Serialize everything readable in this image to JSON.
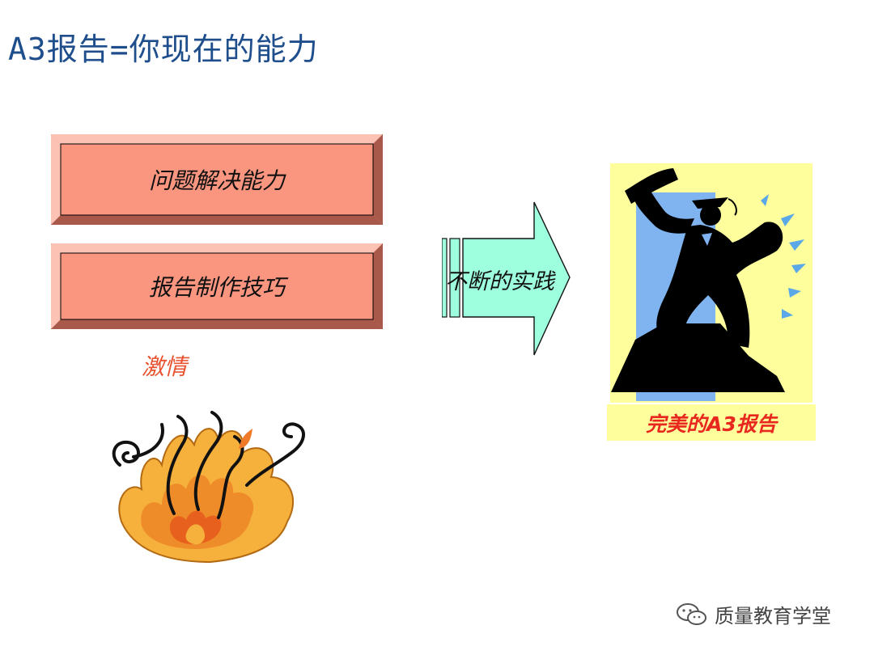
{
  "slide": {
    "title": "A3报告=你现在的能力",
    "boxes": [
      {
        "label": "问题解决能力"
      },
      {
        "label": "报告制作技巧"
      }
    ],
    "passion_label": "激情",
    "arrow_label": "不断的实践",
    "result_label": "完美的A3报告"
  },
  "watermark": {
    "text": "质量教育学堂",
    "icon": "wechat-icon"
  },
  "colors": {
    "title": "#1f4e8c",
    "box_fill": "#fa9680",
    "passion": "#e8502e",
    "arrow_fill": "#9effdf",
    "poster_yellow": "#fefe9c",
    "poster_blue": "#7fb4f0",
    "result_text": "#e8281e"
  }
}
